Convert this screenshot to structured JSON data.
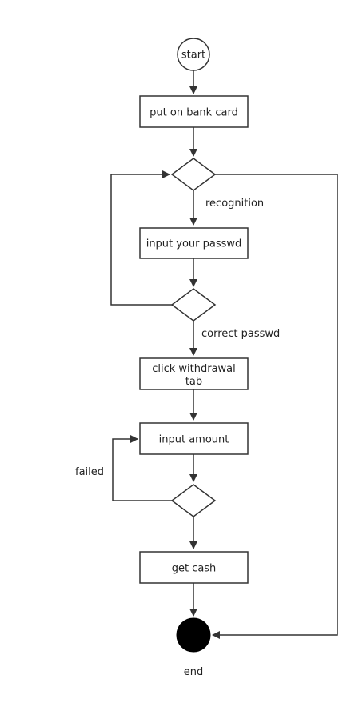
{
  "diagram": {
    "nodes": {
      "start": {
        "label": "start"
      },
      "put_card": {
        "label": "put on bank card"
      },
      "input_passwd": {
        "label": "input your passwd"
      },
      "click_withdrawal": {
        "label_line1": "click withdrawal",
        "label_line2": "tab"
      },
      "input_amount": {
        "label": "input amount"
      },
      "get_cash": {
        "label": "get cash"
      },
      "end": {
        "label": "end"
      }
    },
    "edges": {
      "recognition": {
        "label": "recognition"
      },
      "correct_passwd": {
        "label": "correct passwd"
      },
      "failed": {
        "label": "failed"
      }
    },
    "colors": {
      "stroke": "#333333",
      "text": "#222222",
      "end_fill": "#000000",
      "background": "#ffffff"
    }
  }
}
